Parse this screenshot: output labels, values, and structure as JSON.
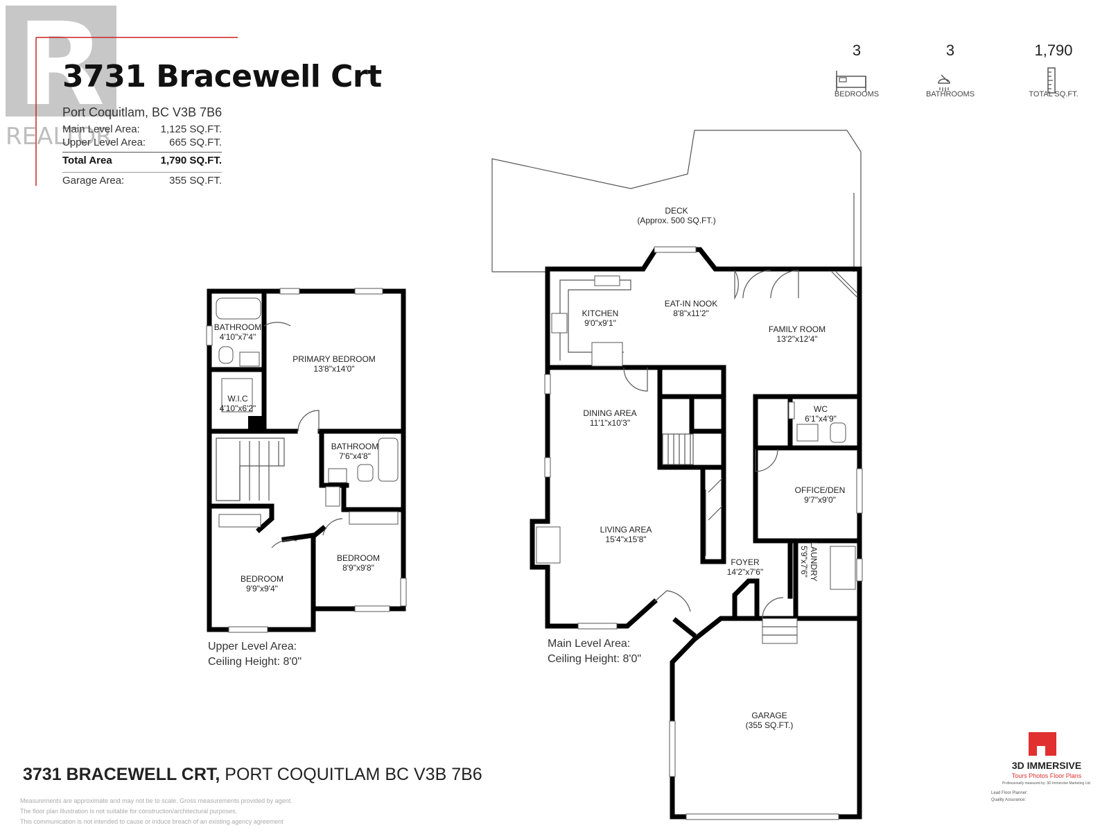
{
  "watermark": {
    "text": "REALTOR",
    "mark": "R"
  },
  "listing": {
    "title": "3731 Bracewell Crt",
    "city_line": "Port Coquitlam, BC V3B 7B6",
    "areas": [
      {
        "label": "Main Level Area:",
        "value": "1,125 SQ.FT."
      },
      {
        "label": "Upper Level Area:",
        "value": "665 SQ.FT."
      }
    ],
    "total": {
      "label": "Total Area",
      "value": "1,790 SQ.FT."
    },
    "garage": {
      "label": "Garage Area:",
      "value": "355 SQ.FT."
    }
  },
  "stats": [
    {
      "value": "3",
      "label": "BEDROOMS",
      "icon": "bed-icon"
    },
    {
      "value": "3",
      "label": "BATHROOMS",
      "icon": "shower-icon"
    },
    {
      "value": "1,790",
      "label": "TOTAL SQ.FT.",
      "icon": "ruler-icon"
    }
  ],
  "upper_rooms": [
    {
      "name": "BATHROOM",
      "dims": "4'10\"x7'4\""
    },
    {
      "name": "PRIMARY BEDROOM",
      "dims": "13'8\"x14'0\""
    },
    {
      "name": "W.I.C",
      "dims": "4'10\"x6'2\""
    },
    {
      "name": "BATHROOM",
      "dims": "7'6\"x4'8\""
    },
    {
      "name": "BEDROOM",
      "dims": "8'9\"x9'8\""
    },
    {
      "name": "BEDROOM",
      "dims": "9'9\"x9'4\""
    }
  ],
  "main_rooms": [
    {
      "name": "DECK",
      "dims": "(Approx. 500 SQ.FT.)"
    },
    {
      "name": "EAT-IN NOOK",
      "dims": "8'8\"x11'2\""
    },
    {
      "name": "KITCHEN",
      "dims": "9'0\"x9'1\""
    },
    {
      "name": "FAMILY ROOM",
      "dims": "13'2\"x12'4\""
    },
    {
      "name": "DINING AREA",
      "dims": "11'1\"x10'3\""
    },
    {
      "name": "WC",
      "dims": "6'1\"x4'9\""
    },
    {
      "name": "OFFICE/DEN",
      "dims": "9'7\"x9'0\""
    },
    {
      "name": "LIVING AREA",
      "dims": "15'4\"x15'8\""
    },
    {
      "name": "FOYER",
      "dims": "14'2\"x7'6\""
    },
    {
      "name": "LAUNDRY",
      "dims": "5'9\"x7'6\""
    },
    {
      "name": "GARAGE",
      "dims": "(355 SQ.FT.)"
    }
  ],
  "captions": {
    "upper": {
      "line1": "Upper Level Area:",
      "line2": "Ceiling Height: 8'0\""
    },
    "main": {
      "line1": "Main Level Area:",
      "line2": "Ceiling Height: 8'0\""
    }
  },
  "footer": {
    "street": "3731 BRACEWELL CRT,",
    "rest": " PORT COQUITLAM BC V3B 7B6",
    "disclaimer": [
      "Measurements are approximate and may not be to scale. Gross measurements provided by agent.",
      "The floor plan illustration is not suitable for construction/architectural purposes.",
      "This communication is not intended to cause or induce breach of an existing agency agreement"
    ]
  },
  "brand": {
    "name": "3D IMMERSIVE",
    "tagline": "Tours  Photos  Floor Plans",
    "credit": "Professionally measured by: 3D Immersive Marketing Ltd.",
    "planner_label": "Lead Floor Planner:",
    "qa_label": "Quality Assurance:",
    "color": "#e03030"
  },
  "colors": {
    "watermark": "#9a9a9a",
    "accent_line": "#cc2222",
    "wall": "#000000"
  }
}
